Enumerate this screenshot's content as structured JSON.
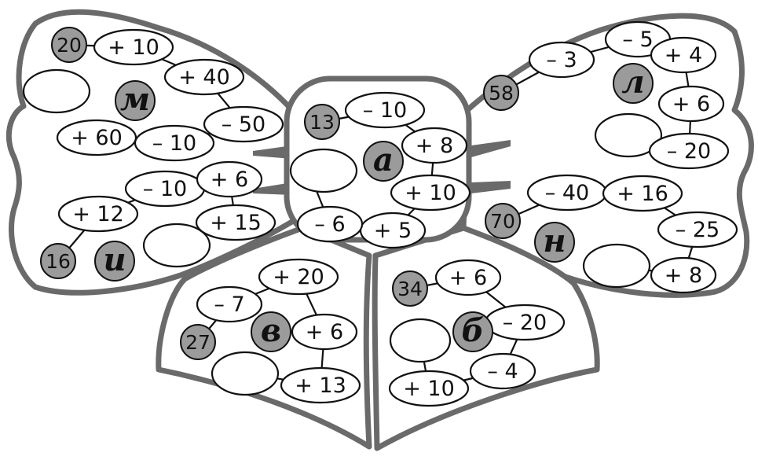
{
  "colors": {
    "outline": "#6a6a6a",
    "start_fill": "#9b9b9b",
    "line": "#111111",
    "background": "#ffffff"
  },
  "groups": [
    {
      "id": "top-left",
      "start": "20",
      "letter": "м",
      "ops": [
        "+ 10",
        "+ 40",
        "– 50",
        "– 10",
        "+ 60"
      ]
    },
    {
      "id": "center",
      "start": "13",
      "letter": "а",
      "ops": [
        "– 10",
        "+ 8",
        "+ 10",
        "+ 5",
        "– 6"
      ]
    },
    {
      "id": "top-right",
      "start": "58",
      "letter": "л",
      "ops": [
        "– 3",
        "– 5",
        "+ 4",
        "+ 6",
        "– 20"
      ]
    },
    {
      "id": "middle-left",
      "start": "16",
      "letter": "и",
      "ops": [
        "+ 12",
        "– 10",
        "+ 6",
        "+ 15"
      ]
    },
    {
      "id": "middle-right",
      "start": "70",
      "letter": "н",
      "ops": [
        "– 40",
        "+ 16",
        "– 25",
        "+ 8"
      ]
    },
    {
      "id": "bottom-left",
      "start": "27",
      "letter": "в",
      "ops": [
        "– 7",
        "+ 20",
        "+ 6",
        "+ 13"
      ]
    },
    {
      "id": "bottom-right",
      "start": "34",
      "letter": "б",
      "ops": [
        "+ 6",
        "– 20",
        "– 4",
        "+ 10"
      ]
    }
  ]
}
